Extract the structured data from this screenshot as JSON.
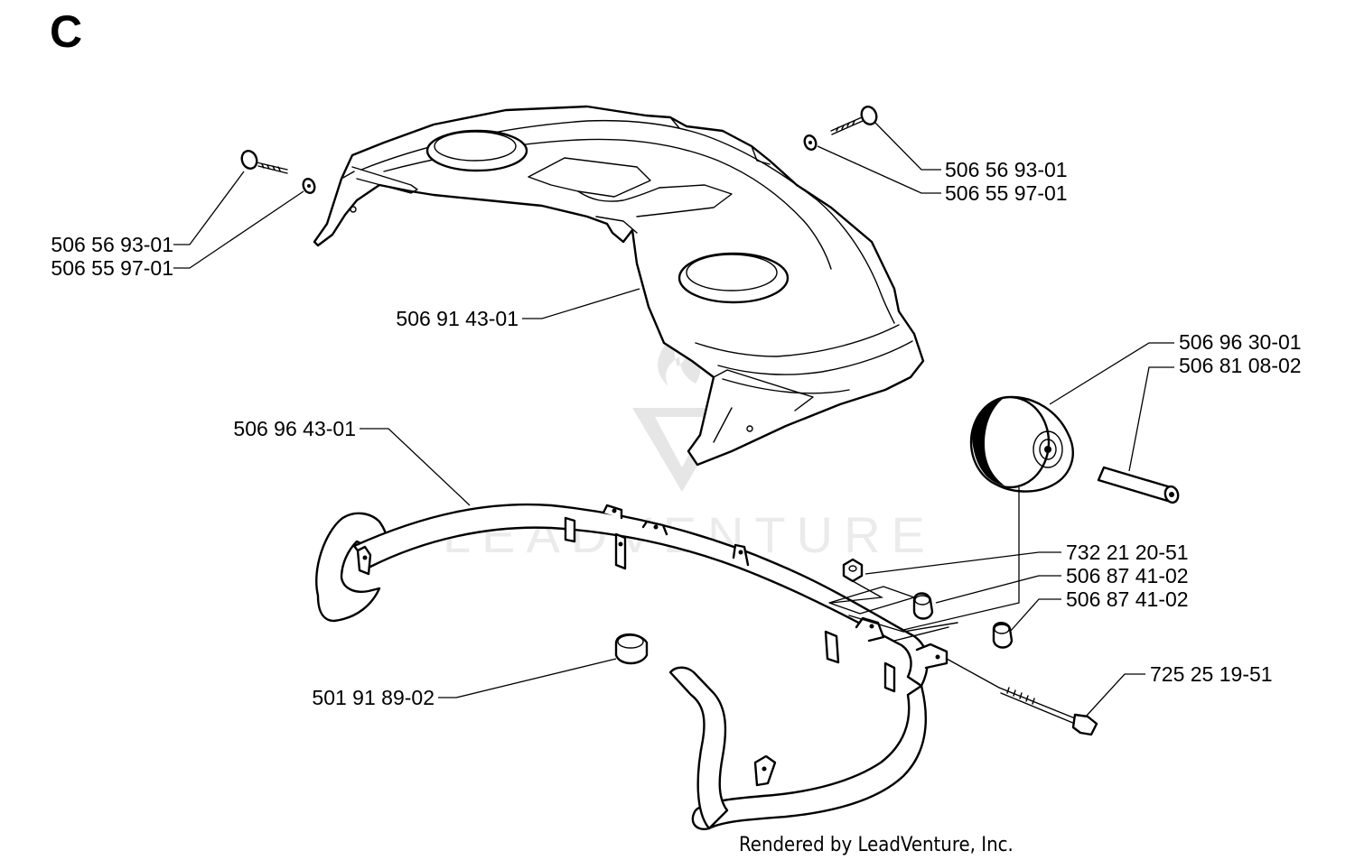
{
  "section_letter": "C",
  "footer": "Rendered by LeadVenture, Inc.",
  "watermark": "LEADVENTURE",
  "colors": {
    "ink": "#000000",
    "paper": "#ffffff",
    "watermark": "#d9d9d9"
  },
  "callouts": {
    "screw_left": "506 56 93-01",
    "washer_left": "506 55 97-01",
    "screw_right": "506 56 93-01",
    "washer_right": "506 55 97-01",
    "hood": "506 91 43-01",
    "wheel": "506 96 30-01",
    "axle": "506 81 08-02",
    "bumper": "506 96 43-01",
    "nut": "732 21 20-51",
    "spacer_a": "506 87 41-02",
    "spacer_b": "506 87 41-02",
    "bolt": "725 25 19-51",
    "bushing": "501 91 89-02"
  }
}
